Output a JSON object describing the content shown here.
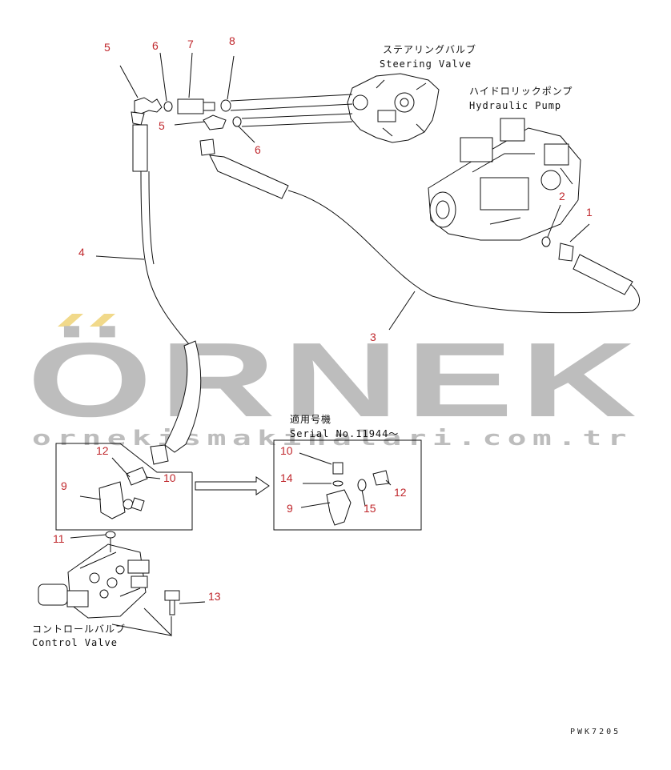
{
  "components": {
    "steering_valve": {
      "jp": "ステアリングバルブ",
      "en": "Steering Valve"
    },
    "hydraulic_pump": {
      "jp": "ハイドロリックポンプ",
      "en": "Hydraulic Pump"
    },
    "control_valve": {
      "jp": "コントロールバルブ",
      "en": "Control Valve"
    }
  },
  "serial_note": {
    "jp": "適用号機",
    "en": "Serial No.11944～"
  },
  "part_numbers": {
    "p1": "1",
    "p2": "2",
    "p3": "3",
    "p4": "4",
    "p5a": "5",
    "p5b": "5",
    "p6a": "6",
    "p6b": "6",
    "p7": "7",
    "p8": "8",
    "p9a": "9",
    "p9b": "9",
    "p10a": "10",
    "p10b": "10",
    "p11": "11",
    "p12a": "12",
    "p12b": "12",
    "p13": "13",
    "p14": "14",
    "p15": "15"
  },
  "watermark": {
    "main": "ÖRNEK",
    "url": "ornekismakinalari.com.tr"
  },
  "drawing_code": "PWK7205",
  "colors": {
    "part_number": "#c0282d",
    "watermark": "#bdbdbd",
    "watermark_accent": "#f1d98a",
    "line": "#111111"
  }
}
